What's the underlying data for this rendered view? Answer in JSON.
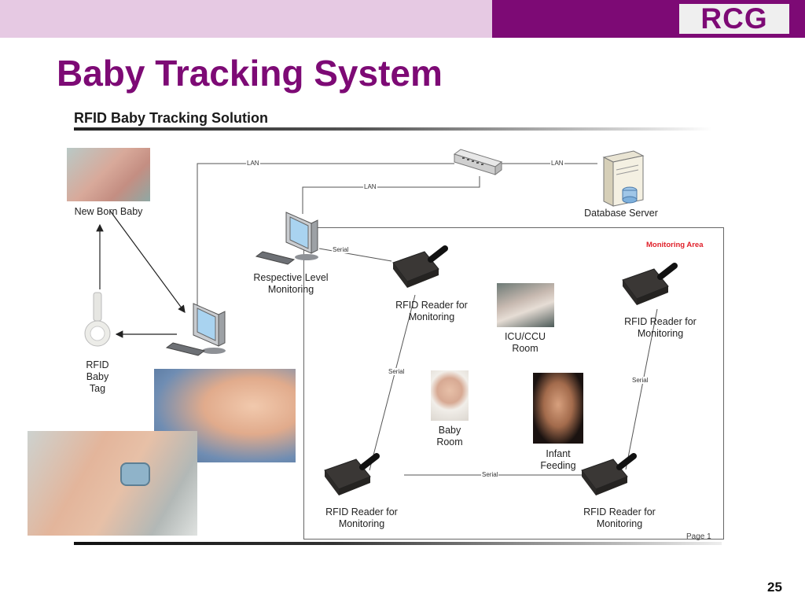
{
  "header": {
    "logo_text": "RCG",
    "title": "Baby Tracking System"
  },
  "diagram": {
    "subtitle": "RFID Baby Tracking Solution",
    "monitoring_area_label": "Monitoring Area",
    "page_label": "Page 1",
    "nodes": {
      "new_born_baby": "New Born Baby",
      "database_server": "Database Server",
      "respective_level_monitoring": [
        "Respective Level",
        "Monitoring"
      ],
      "rfid_baby_tag": [
        "RFID",
        "Baby",
        "Tag"
      ],
      "reader_top_left": [
        "RFID Reader for",
        "Monitoring"
      ],
      "reader_top_right": [
        "RFID Reader for",
        "Monitoring"
      ],
      "reader_bottom_left": [
        "RFID Reader for",
        "Monitoring"
      ],
      "reader_bottom_right": [
        "RFID Reader for",
        "Monitoring"
      ],
      "icu_ccu_room": [
        "ICU/CCU",
        "Room"
      ],
      "baby_room": [
        "Baby",
        "Room"
      ],
      "infant_feeding": [
        "Infant",
        "Feeding"
      ]
    },
    "connection_labels": {
      "lan_1": "LAN",
      "lan_2": "LAN",
      "lan_3": "LAN",
      "serial_1": "Serial",
      "serial_2": "Serial",
      "serial_3": "Serial",
      "serial_4": "Serial"
    }
  },
  "footer": {
    "slide_number": "25"
  },
  "colors": {
    "brand_purple": "#7d0a75",
    "top_band_light": "#e6c9e3",
    "monitoring_label_red": "#e0202a"
  }
}
